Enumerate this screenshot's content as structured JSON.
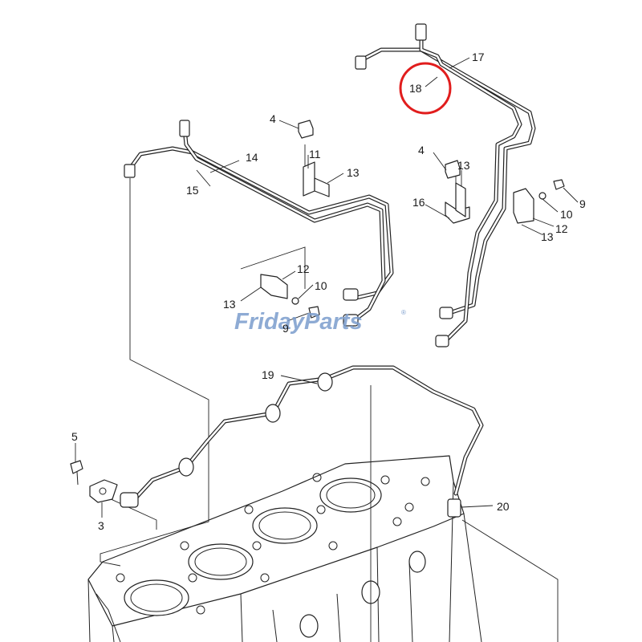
{
  "callouts": {
    "c3": "3",
    "c4a": "4",
    "c4b": "4",
    "c5": "5",
    "c9a": "9",
    "c9b": "9",
    "c10a": "10",
    "c10b": "10",
    "c11": "11",
    "c12a": "12",
    "c12b": "12",
    "c13a": "13",
    "c13b": "13",
    "c13c": "13",
    "c13d": "13",
    "c14": "14",
    "c15": "15",
    "c16": "16",
    "c17": "17",
    "c18": "18",
    "c19": "19",
    "c20": "20"
  },
  "highlight": {
    "callout": "18",
    "color": "#e11d1d"
  },
  "watermark": {
    "text": "FridayParts",
    "registered": "®",
    "color": "#7a9ccc"
  },
  "icons": [
    "fuel-injection-pipe-icon",
    "hollow-bolt-icon",
    "pipe-clamp-icon",
    "engine-cylinder-head-icon"
  ]
}
